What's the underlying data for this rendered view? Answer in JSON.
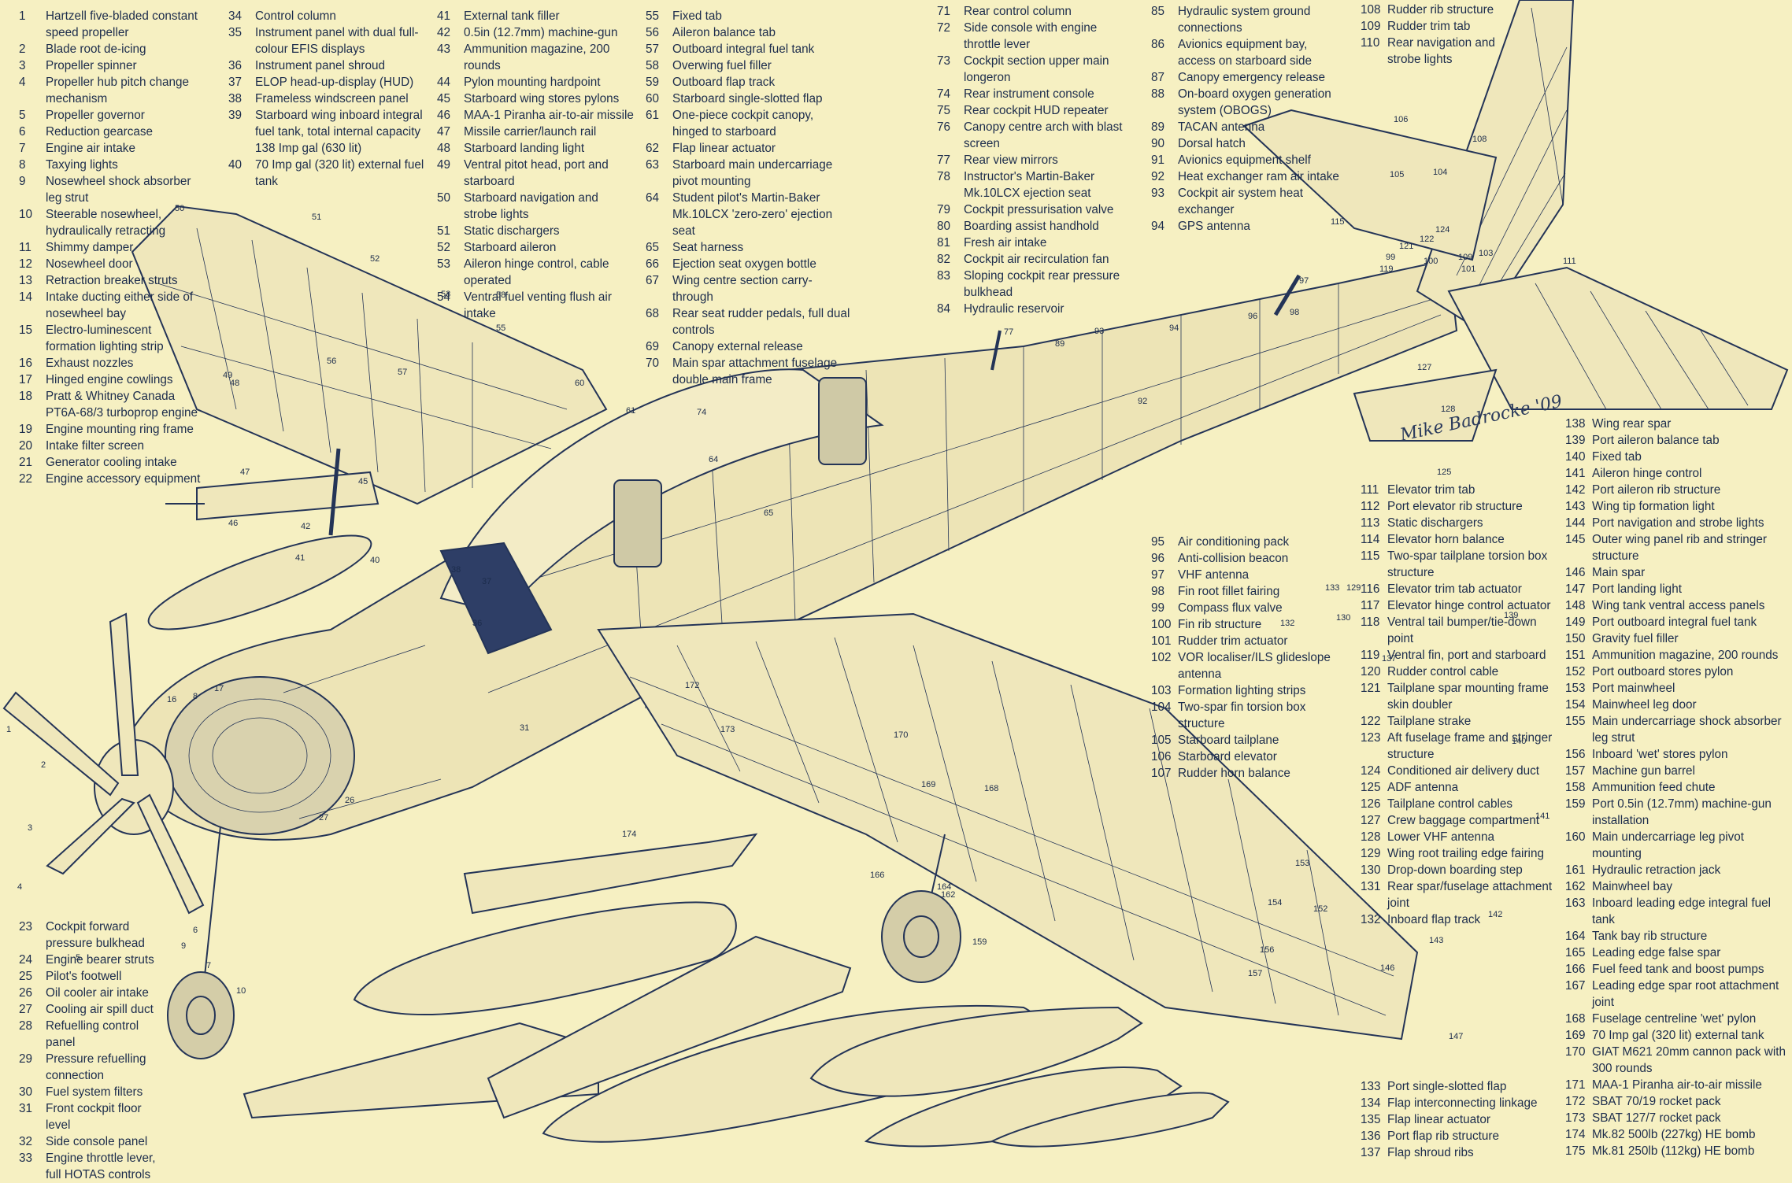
{
  "artist_signature": "Mike Badrocke '09",
  "legend_columns": [
    [
      {
        "n": "1",
        "t": "Hartzell five-bladed constant speed propeller"
      },
      {
        "n": "2",
        "t": "Blade root de-icing"
      },
      {
        "n": "3",
        "t": "Propeller spinner"
      },
      {
        "n": "4",
        "t": "Propeller hub pitch change mechanism"
      },
      {
        "n": "5",
        "t": "Propeller governor"
      },
      {
        "n": "6",
        "t": "Reduction gearcase"
      },
      {
        "n": "7",
        "t": "Engine air intake"
      },
      {
        "n": "8",
        "t": "Taxying lights"
      },
      {
        "n": "9",
        "t": "Nosewheel shock absorber leg strut"
      },
      {
        "n": "10",
        "t": "Steerable nosewheel, hydraulically retracting"
      },
      {
        "n": "11",
        "t": "Shimmy damper"
      },
      {
        "n": "12",
        "t": "Nosewheel door"
      },
      {
        "n": "13",
        "t": "Retraction breaker struts"
      },
      {
        "n": "14",
        "t": "Intake ducting either side of nosewheel bay"
      },
      {
        "n": "15",
        "t": "Electro-luminescent formation lighting strip"
      },
      {
        "n": "16",
        "t": "Exhaust nozzles"
      },
      {
        "n": "17",
        "t": "Hinged engine cowlings"
      },
      {
        "n": "18",
        "t": "Pratt & Whitney Canada PT6A-68/3 turboprop engine"
      },
      {
        "n": "19",
        "t": "Engine mounting ring frame"
      },
      {
        "n": "20",
        "t": "Intake filter screen"
      },
      {
        "n": "21",
        "t": "Generator cooling intake"
      },
      {
        "n": "22",
        "t": "Engine accessory equipment"
      }
    ],
    [
      {
        "n": "23",
        "t": "Cockpit forward pressure bulkhead"
      },
      {
        "n": "24",
        "t": "Engine bearer struts"
      },
      {
        "n": "25",
        "t": "Pilot's footwell"
      },
      {
        "n": "26",
        "t": "Oil cooler air intake"
      },
      {
        "n": "27",
        "t": "Cooling air spill duct"
      },
      {
        "n": "28",
        "t": "Refuelling control panel"
      },
      {
        "n": "29",
        "t": "Pressure refuelling connection"
      },
      {
        "n": "30",
        "t": "Fuel system filters"
      },
      {
        "n": "31",
        "t": "Front cockpit floor level"
      },
      {
        "n": "32",
        "t": "Side console panel"
      },
      {
        "n": "33",
        "t": "Engine throttle lever, full HOTAS controls"
      }
    ],
    [
      {
        "n": "34",
        "t": "Control column"
      },
      {
        "n": "35",
        "t": "Instrument panel with dual full-colour EFIS displays"
      },
      {
        "n": "36",
        "t": "Instrument panel shroud"
      },
      {
        "n": "37",
        "t": "ELOP head-up-display (HUD)"
      },
      {
        "n": "38",
        "t": "Frameless windscreen panel"
      },
      {
        "n": "39",
        "t": "Starboard wing inboard integral fuel tank, total internal capacity 138 Imp gal (630 lit)"
      },
      {
        "n": "40",
        "t": "70 Imp gal (320 lit) external fuel tank"
      }
    ],
    [
      {
        "n": "41",
        "t": "External tank filler"
      },
      {
        "n": "42",
        "t": "0.5in (12.7mm) machine-gun"
      },
      {
        "n": "43",
        "t": "Ammunition magazine, 200 rounds"
      },
      {
        "n": "44",
        "t": "Pylon mounting hardpoint"
      },
      {
        "n": "45",
        "t": "Starboard wing stores pylons"
      },
      {
        "n": "46",
        "t": "MAA-1 Piranha air-to-air missile"
      },
      {
        "n": "47",
        "t": "Missile carrier/launch rail"
      },
      {
        "n": "48",
        "t": "Starboard landing light"
      },
      {
        "n": "49",
        "t": "Ventral pitot head, port and starboard"
      },
      {
        "n": "50",
        "t": "Starboard navigation and strobe lights"
      },
      {
        "n": "51",
        "t": "Static dischargers"
      },
      {
        "n": "52",
        "t": "Starboard aileron"
      },
      {
        "n": "53",
        "t": "Aileron hinge control, cable operated"
      },
      {
        "n": "54",
        "t": "Ventral fuel venting flush air intake"
      }
    ],
    [
      {
        "n": "55",
        "t": "Fixed tab"
      },
      {
        "n": "56",
        "t": "Aileron balance tab"
      },
      {
        "n": "57",
        "t": "Outboard integral fuel tank"
      },
      {
        "n": "58",
        "t": "Overwing fuel filler"
      },
      {
        "n": "59",
        "t": "Outboard flap track"
      },
      {
        "n": "60",
        "t": "Starboard single-slotted flap"
      },
      {
        "n": "61",
        "t": "One-piece cockpit canopy, hinged to starboard"
      },
      {
        "n": "62",
        "t": "Flap linear actuator"
      },
      {
        "n": "63",
        "t": "Starboard main undercarriage pivot mounting"
      },
      {
        "n": "64",
        "t": "Student pilot's Martin-Baker Mk.10LCX 'zero-zero' ejection seat"
      },
      {
        "n": "65",
        "t": "Seat harness"
      },
      {
        "n": "66",
        "t": "Ejection seat oxygen bottle"
      },
      {
        "n": "67",
        "t": "Wing centre section carry-through"
      },
      {
        "n": "68",
        "t": "Rear seat rudder pedals, full dual controls"
      },
      {
        "n": "69",
        "t": "Canopy external release"
      },
      {
        "n": "70",
        "t": "Main spar attachment fuselage double main frame"
      }
    ],
    [
      {
        "n": "71",
        "t": "Rear control column"
      },
      {
        "n": "72",
        "t": "Side console with engine throttle lever"
      },
      {
        "n": "73",
        "t": "Cockpit section upper main longeron"
      },
      {
        "n": "74",
        "t": "Rear instrument console"
      },
      {
        "n": "75",
        "t": "Rear cockpit HUD repeater"
      },
      {
        "n": "76",
        "t": "Canopy centre arch with blast screen"
      },
      {
        "n": "77",
        "t": "Rear view mirrors"
      },
      {
        "n": "78",
        "t": "Instructor's Martin-Baker Mk.10LCX ejection seat"
      },
      {
        "n": "79",
        "t": "Cockpit pressurisation valve"
      },
      {
        "n": "80",
        "t": "Boarding assist handhold"
      },
      {
        "n": "81",
        "t": "Fresh air intake"
      },
      {
        "n": "82",
        "t": "Cockpit air recirculation fan"
      },
      {
        "n": "83",
        "t": "Sloping cockpit rear pressure bulkhead"
      },
      {
        "n": "84",
        "t": "Hydraulic reservoir"
      }
    ],
    [
      {
        "n": "85",
        "t": "Hydraulic system ground connections"
      },
      {
        "n": "86",
        "t": "Avionics equipment bay, access on starboard side"
      },
      {
        "n": "87",
        "t": "Canopy emergency release"
      },
      {
        "n": "88",
        "t": "On-board oxygen generation system (OBOGS)"
      },
      {
        "n": "89",
        "t": "TACAN antenna"
      },
      {
        "n": "90",
        "t": "Dorsal hatch"
      },
      {
        "n": "91",
        "t": "Avionics equipment shelf"
      },
      {
        "n": "92",
        "t": "Heat exchanger ram air intake"
      },
      {
        "n": "93",
        "t": "Cockpit air system heat exchanger"
      },
      {
        "n": "94",
        "t": "GPS antenna"
      }
    ],
    [
      {
        "n": "95",
        "t": "Air conditioning pack"
      },
      {
        "n": "96",
        "t": "Anti-collision beacon"
      },
      {
        "n": "97",
        "t": "VHF antenna"
      },
      {
        "n": "98",
        "t": "Fin root fillet fairing"
      },
      {
        "n": "99",
        "t": "Compass flux valve"
      },
      {
        "n": "100",
        "t": "Fin rib structure"
      },
      {
        "n": "101",
        "t": "Rudder trim actuator"
      },
      {
        "n": "102",
        "t": "VOR localiser/ILS glideslope antenna"
      },
      {
        "n": "103",
        "t": "Formation lighting strips"
      },
      {
        "n": "104",
        "t": "Two-spar fin torsion box structure"
      },
      {
        "n": "105",
        "t": "Starboard tailplane"
      },
      {
        "n": "106",
        "t": "Starboard elevator"
      },
      {
        "n": "107",
        "t": "Rudder horn balance"
      }
    ],
    [
      {
        "n": "108",
        "t": "Rudder rib structure"
      },
      {
        "n": "109",
        "t": "Rudder trim tab"
      },
      {
        "n": "110",
        "t": "Rear navigation and strobe lights"
      }
    ],
    [
      {
        "n": "111",
        "t": "Elevator trim tab"
      },
      {
        "n": "112",
        "t": "Port elevator rib structure"
      },
      {
        "n": "113",
        "t": "Static dischargers"
      },
      {
        "n": "114",
        "t": "Elevator horn balance"
      },
      {
        "n": "115",
        "t": "Two-spar tailplane torsion box structure"
      },
      {
        "n": "116",
        "t": "Elevator trim tab actuator"
      },
      {
        "n": "117",
        "t": "Elevator hinge control actuator"
      },
      {
        "n": "118",
        "t": "Ventral tail bumper/tie-down point"
      },
      {
        "n": "119",
        "t": "Ventral fin, port and starboard"
      },
      {
        "n": "120",
        "t": "Rudder control cable"
      },
      {
        "n": "121",
        "t": "Tailplane spar mounting frame skin doubler"
      },
      {
        "n": "122",
        "t": "Tailplane strake"
      },
      {
        "n": "123",
        "t": "Aft fuselage frame and stringer structure"
      },
      {
        "n": "124",
        "t": "Conditioned air delivery duct"
      },
      {
        "n": "125",
        "t": "ADF antenna"
      },
      {
        "n": "126",
        "t": "Tailplane control cables"
      },
      {
        "n": "127",
        "t": "Crew baggage compartment"
      },
      {
        "n": "128",
        "t": "Lower VHF antenna"
      },
      {
        "n": "129",
        "t": "Wing root trailing edge fairing"
      },
      {
        "n": "130",
        "t": "Drop-down boarding step"
      },
      {
        "n": "131",
        "t": "Rear spar/fuselage attachment joint"
      },
      {
        "n": "132",
        "t": "Inboard flap track"
      }
    ],
    [
      {
        "n": "133",
        "t": "Port single-slotted flap"
      },
      {
        "n": "134",
        "t": "Flap interconnecting linkage"
      },
      {
        "n": "135",
        "t": "Flap linear actuator"
      },
      {
        "n": "136",
        "t": "Port flap rib structure"
      },
      {
        "n": "137",
        "t": "Flap shroud ribs"
      }
    ],
    [
      {
        "n": "138",
        "t": "Wing rear spar"
      },
      {
        "n": "139",
        "t": "Port aileron balance tab"
      },
      {
        "n": "140",
        "t": "Fixed tab"
      },
      {
        "n": "141",
        "t": "Aileron hinge control"
      },
      {
        "n": "142",
        "t": "Port aileron rib structure"
      },
      {
        "n": "143",
        "t": "Wing tip formation light"
      },
      {
        "n": "144",
        "t": "Port navigation and strobe lights"
      },
      {
        "n": "145",
        "t": "Outer wing panel rib and stringer structure"
      },
      {
        "n": "146",
        "t": "Main spar"
      },
      {
        "n": "147",
        "t": "Port landing light"
      },
      {
        "n": "148",
        "t": "Wing tank ventral access panels"
      },
      {
        "n": "149",
        "t": "Port outboard integral fuel tank"
      },
      {
        "n": "150",
        "t": "Gravity fuel filler"
      },
      {
        "n": "151",
        "t": "Ammunition magazine, 200 rounds"
      },
      {
        "n": "152",
        "t": "Port outboard stores pylon"
      },
      {
        "n": "153",
        "t": "Port mainwheel"
      },
      {
        "n": "154",
        "t": "Mainwheel leg door"
      },
      {
        "n": "155",
        "t": "Main undercarriage shock absorber leg strut"
      },
      {
        "n": "156",
        "t": "Inboard 'wet' stores pylon"
      },
      {
        "n": "157",
        "t": "Machine gun barrel"
      },
      {
        "n": "158",
        "t": "Ammunition feed chute"
      },
      {
        "n": "159",
        "t": "Port 0.5in (12.7mm) machine-gun installation"
      },
      {
        "n": "160",
        "t": "Main undercarriage leg pivot mounting"
      },
      {
        "n": "161",
        "t": "Hydraulic retraction jack"
      },
      {
        "n": "162",
        "t": "Mainwheel bay"
      },
      {
        "n": "163",
        "t": "Inboard leading edge integral fuel tank"
      },
      {
        "n": "164",
        "t": "Tank bay rib structure"
      },
      {
        "n": "165",
        "t": "Leading edge false spar"
      },
      {
        "n": "166",
        "t": "Fuel feed tank and boost pumps"
      },
      {
        "n": "167",
        "t": "Leading edge spar root attachment joint"
      },
      {
        "n": "168",
        "t": "Fuselage centreline 'wet' pylon"
      },
      {
        "n": "169",
        "t": "70 Imp gal (320 lit) external tank"
      },
      {
        "n": "170",
        "t": "GIAT M621 20mm cannon pack with 300 rounds"
      },
      {
        "n": "171",
        "t": "MAA-1 Piranha air-to-air missile"
      },
      {
        "n": "172",
        "t": "SBAT 70/19 rocket pack"
      },
      {
        "n": "173",
        "t": "SBAT 127/7 rocket pack"
      },
      {
        "n": "174",
        "t": "Mk.82 500lb (227kg) HE bomb"
      },
      {
        "n": "175",
        "t": "Mk.81 250lb (112kg) HE bomb"
      }
    ]
  ],
  "callout_numbers": [
    "1",
    "2",
    "3",
    "4",
    "5",
    "6",
    "7",
    "8",
    "9",
    "10",
    "16",
    "17",
    "26",
    "27",
    "31",
    "36",
    "37",
    "38",
    "40",
    "41",
    "42",
    "45",
    "46",
    "47",
    "48",
    "49",
    "50",
    "51",
    "52",
    "53",
    "55",
    "56",
    "57",
    "58",
    "60",
    "61",
    "64",
    "65",
    "74",
    "77",
    "89",
    "92",
    "93",
    "94",
    "96",
    "97",
    "98",
    "99",
    "100",
    "101",
    "103",
    "104",
    "105",
    "106",
    "108",
    "109",
    "111",
    "115",
    "119",
    "121",
    "122",
    "124",
    "125",
    "127",
    "128",
    "129",
    "130",
    "132",
    "133",
    "137",
    "139",
    "140",
    "141",
    "142",
    "143",
    "146",
    "147",
    "152",
    "153",
    "154",
    "156",
    "157",
    "159",
    "162",
    "164",
    "166",
    "168",
    "169",
    "170",
    "172",
    "173",
    "174"
  ]
}
